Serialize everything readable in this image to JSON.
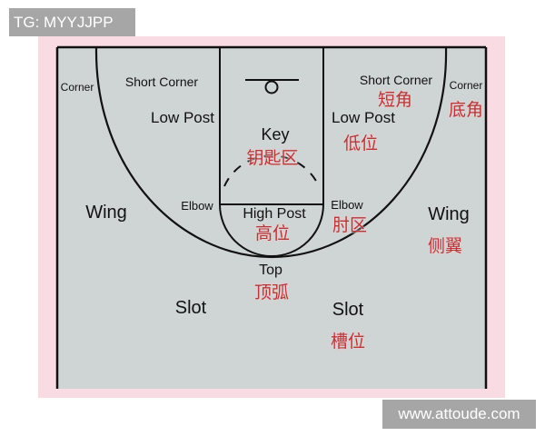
{
  "watermarks": {
    "top_left": "TG: MYYJJPP",
    "bottom_right": "www.attoude.com"
  },
  "colors": {
    "background": "#f9dbe3",
    "court": "#cfd5d4",
    "lines": "#111111",
    "chinese_label": "#b03a3a"
  },
  "court": {
    "zones": [
      {
        "id": "corner-left",
        "en": "Corner",
        "zh": ""
      },
      {
        "id": "short-corner-left",
        "en": "Short Corner",
        "zh": ""
      },
      {
        "id": "low-post-left",
        "en": "Low Post",
        "zh": ""
      },
      {
        "id": "key",
        "en": "Key",
        "zh": "钥匙区"
      },
      {
        "id": "short-corner-right",
        "en": "Short Corner",
        "zh": "短角"
      },
      {
        "id": "corner-right",
        "en": "Corner",
        "zh": "底角"
      },
      {
        "id": "low-post-right",
        "en": "Low Post",
        "zh": "低位"
      },
      {
        "id": "elbow-left",
        "en": "Elbow",
        "zh": ""
      },
      {
        "id": "high-post",
        "en": "High Post",
        "zh": "高位"
      },
      {
        "id": "elbow-right",
        "en": "Elbow",
        "zh": "肘区"
      },
      {
        "id": "wing-left",
        "en": "Wing",
        "zh": ""
      },
      {
        "id": "wing-right",
        "en": "Wing",
        "zh": "侧翼"
      },
      {
        "id": "top",
        "en": "Top",
        "zh": "顶弧"
      },
      {
        "id": "slot-left",
        "en": "Slot",
        "zh": ""
      },
      {
        "id": "slot-right",
        "en": "Slot",
        "zh": "槽位"
      }
    ]
  }
}
